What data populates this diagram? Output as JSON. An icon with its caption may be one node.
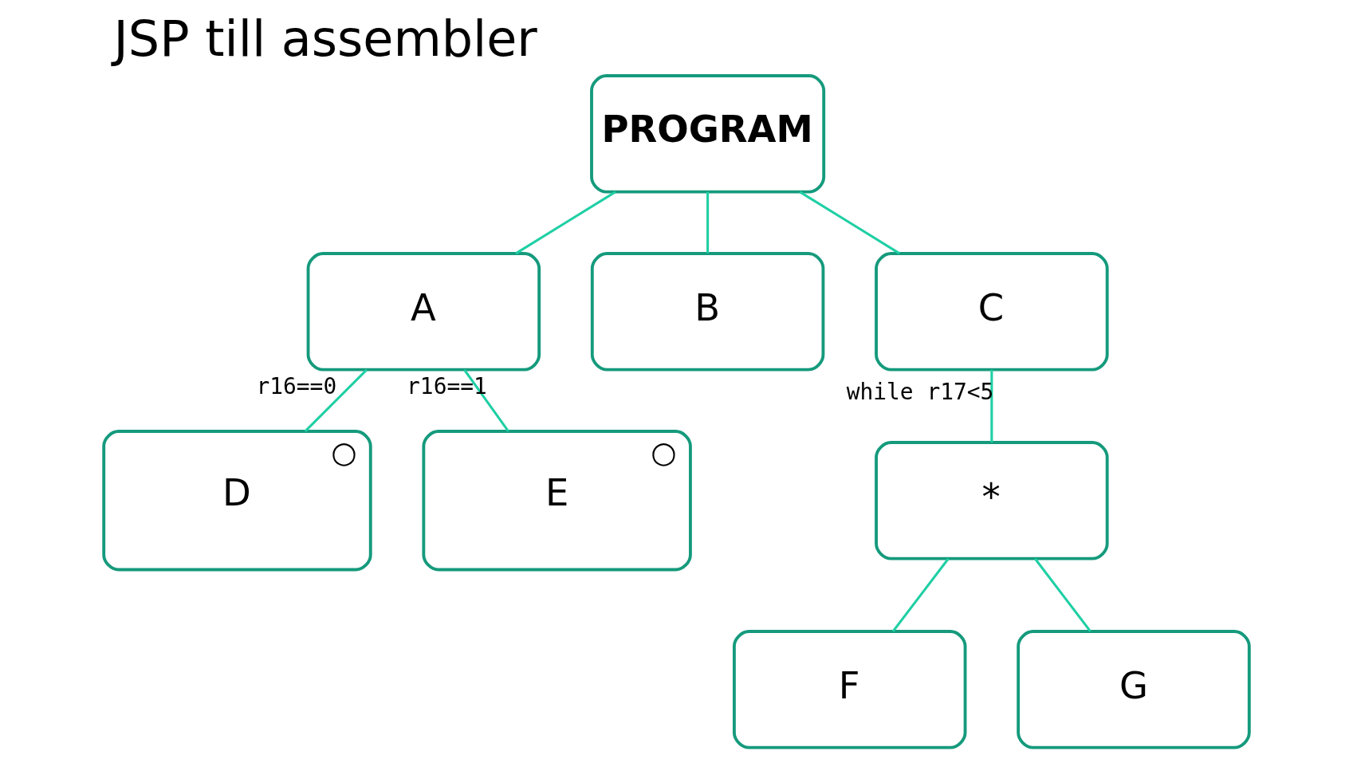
{
  "diagram": {
    "title": "JSP till assembler",
    "nodes": [
      {
        "text": [
          "PROGRAM"
        ]
      },
      {
        "text": [
          "A"
        ]
      },
      {
        "text": [
          "B"
        ]
      },
      {
        "text": [
          "C"
        ]
      },
      {
        "text": [
          "○",
          "D"
        ]
      },
      {
        "text": [
          "○",
          "E"
        ]
      },
      {
        "text": [
          "*"
        ]
      },
      {
        "text": [
          "F"
        ]
      },
      {
        "text": [
          "G"
        ]
      }
    ],
    "edges": [
      {
        "from": 0,
        "to": 1,
        "arrow": "none"
      },
      {
        "from": 0,
        "to": 2,
        "arrow": "none"
      },
      {
        "from": 0,
        "to": 3,
        "arrow": "none"
      },
      {
        "from": 1,
        "to": 4,
        "arrow": "none",
        "label": "r16==0"
      },
      {
        "from": 1,
        "to": 5,
        "arrow": "none",
        "label": "r16==1"
      },
      {
        "from": 3,
        "to": 6,
        "arrow": "none",
        "label": "while r17<5"
      },
      {
        "from": 6,
        "to": 7,
        "arrow": "none"
      },
      {
        "from": 6,
        "to": 8,
        "arrow": "none"
      }
    ]
  }
}
